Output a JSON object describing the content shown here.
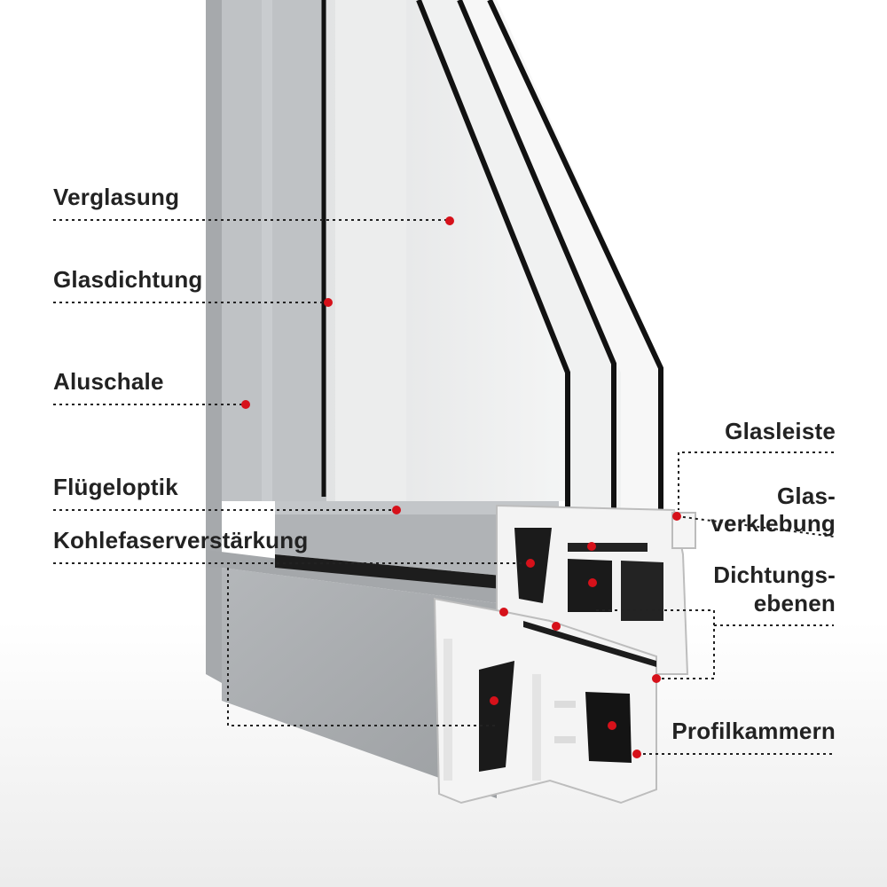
{
  "colors": {
    "marker": "#d6111a",
    "leader": "#222222",
    "label": "#222222",
    "alu_frame": "#b9bcbf",
    "pvc": "#f3f3f3",
    "glass_edge": "#111111",
    "reinforcement": "#1a1a1a"
  },
  "labels": {
    "verglasung": "Verglasung",
    "glasdichtung": "Glasdichtung",
    "aluschale": "Aluschale",
    "fluegeloptik": "Flügeloptik",
    "kohlefaser": "Kohlefaserverstärkung",
    "glasleiste": "Glasleiste",
    "glasverklebung_1": "Glas-",
    "glasverklebung_2": "verklebung",
    "dichtung_1": "Dichtungs-",
    "dichtung_2": "ebenen",
    "profilkammern": "Profilkammern"
  },
  "icons": {
    "callout_marker": "red-dot-icon"
  }
}
